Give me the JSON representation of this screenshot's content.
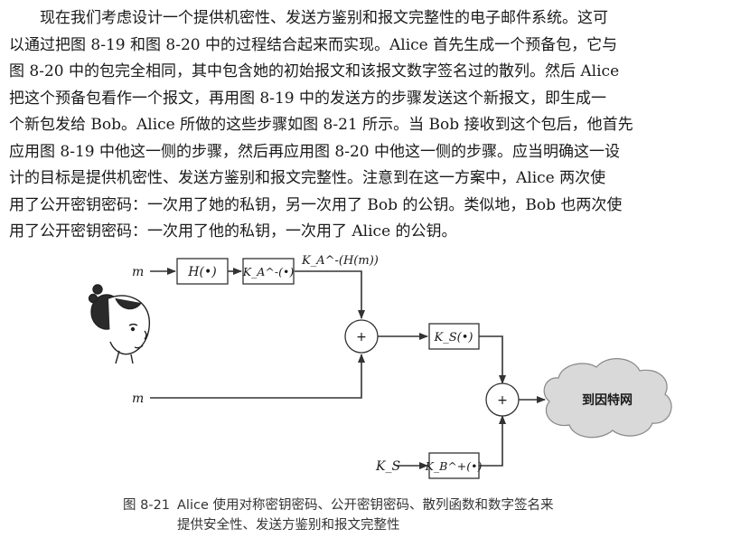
{
  "paragraph": {
    "lines": [
      "现在我们考虑设计一个提供机密性、发送方鉴别和报文完整性的电子邮件系统。这可",
      "以通过把图 8-19 和图 8-20 中的过程结合起来而实现。Alice 首先生成一个预备包，它与",
      "图 8-20 中的包完全相同，其中包含她的初始报文和该报文数字签名过的散列。然后 Alice",
      "把这个预备包看作一个报文，再用图 8-19 中的发送方的步骤发送这个新报文，即生成一",
      "个新包发给 Bob。Alice 所做的这些步骤如图 8-21 所示。当 Bob 接收到这个包后，他首先",
      "应用图 8-19 中他这一侧的步骤，然后再应用图 8-20 中他这一侧的步骤。应当明确这一设",
      "计的目标是提供机密性、发送方鉴别和报文完整性。注意到在这一方案中，Alice 两次使",
      "用了公开密钥密码：一次用了她的私钥，另一次用了 Bob 的公钥。类似地，Bob 也两次使",
      "用了公开密钥密码：一次用了他的私钥，一次用了 Alice 的公钥。"
    ]
  },
  "figure": {
    "input_m_top": "m",
    "input_m_bottom": "m",
    "box_hash": "H(•)",
    "box_priv_key": "K_A^-(•)",
    "signed_hash_label": "K_A^-(H(m))",
    "plus_1": "+",
    "box_sym_key": "K_S(•)",
    "plus_2": "+",
    "input_ks": "K_S",
    "box_pub_key": "K_B^+(•)",
    "internet_label": "到因特网"
  },
  "caption": {
    "number": "图 8-21",
    "line1": "Alice 使用对称密钥密码、公开密钥密码、散列函数和数字签名来",
    "line2": "提供安全性、发送方鉴别和报文完整性"
  },
  "colors": {
    "text": "#1a1a1a",
    "line": "#333333",
    "cloud_fill": "#d9d9d9"
  }
}
